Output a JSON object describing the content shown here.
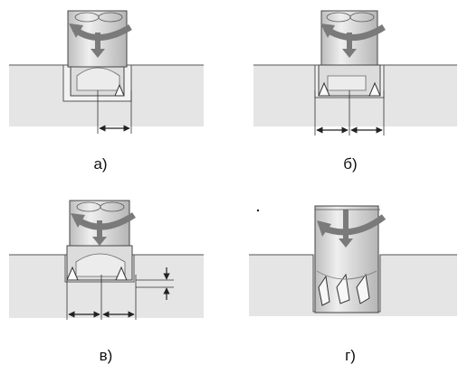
{
  "panels": [
    {
      "id": "a",
      "label": "а)"
    },
    {
      "id": "b",
      "label": "б)"
    },
    {
      "id": "v",
      "label": "в)"
    },
    {
      "id": "g",
      "label": "г)"
    }
  ],
  "colors": {
    "ground": "#c9c9c9",
    "tool": "#e2e2e2",
    "tool_dark": "#8a8a8a",
    "arrow": "#7a7a7a",
    "line": "#333333"
  }
}
